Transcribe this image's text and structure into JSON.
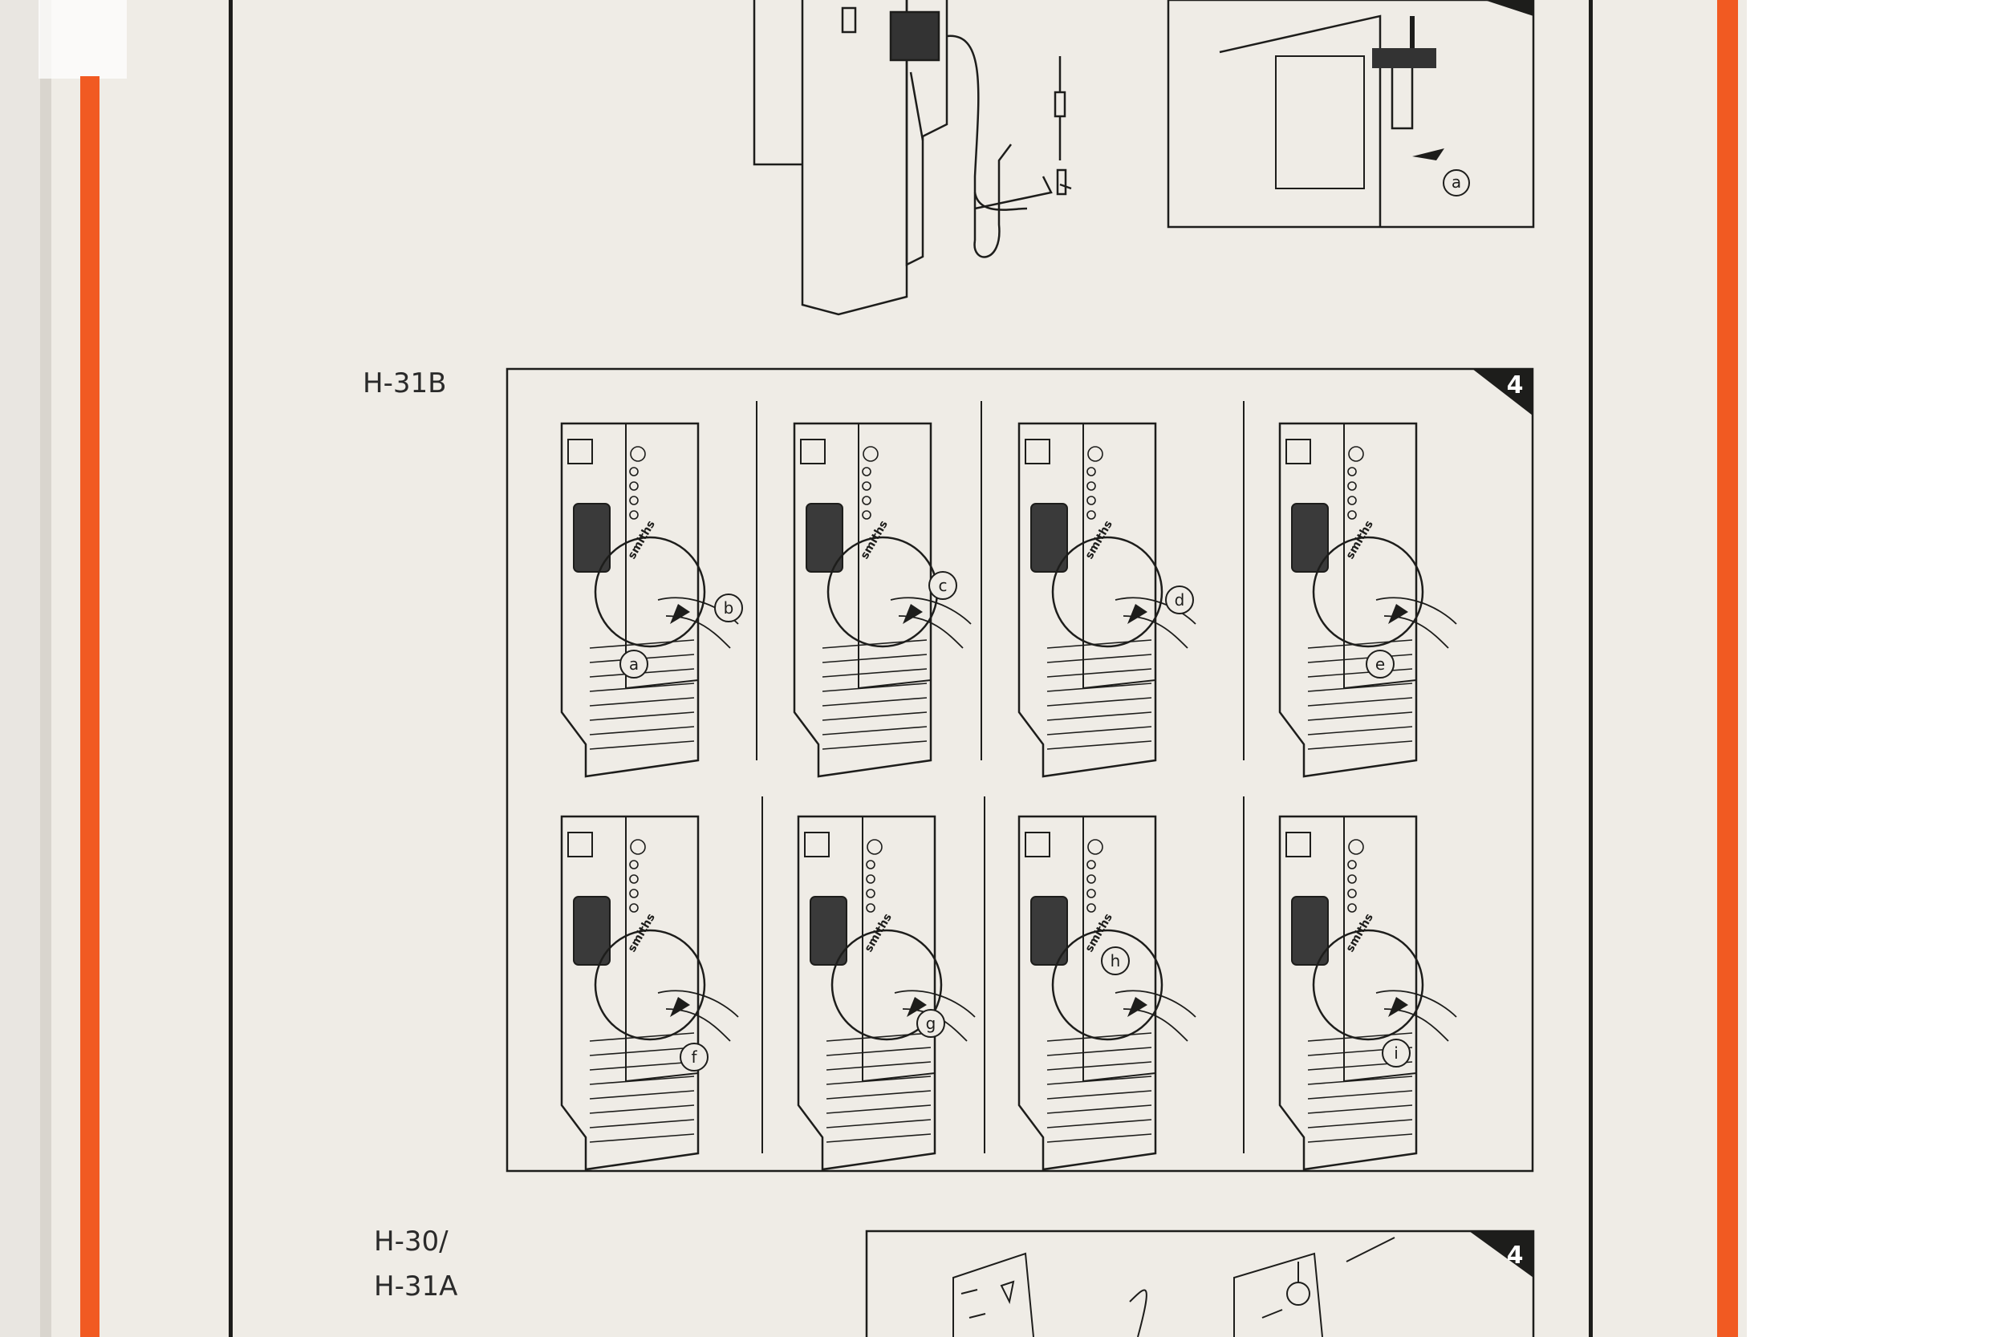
{
  "document": {
    "sections": [
      {
        "model_label": "H-31B",
        "step_badge": "4",
        "panels": [
          {
            "callouts": [
              "a",
              "b"
            ]
          },
          {
            "callouts": [
              "c"
            ]
          },
          {
            "callouts": [
              "d"
            ]
          },
          {
            "callouts": [
              "e"
            ]
          },
          {
            "callouts": [
              "f"
            ]
          },
          {
            "callouts": [
              "g"
            ]
          },
          {
            "callouts": [
              "h"
            ]
          },
          {
            "callouts": [
              "i"
            ]
          }
        ],
        "device_brand": "smiths"
      },
      {
        "model_label": "H-30/\nH-31A",
        "step_badge": "4"
      }
    ],
    "top_callout": "a"
  },
  "colors": {
    "accent_orange": "#f15a22",
    "ink": "#1d1d1b",
    "paper": "#efece6"
  }
}
